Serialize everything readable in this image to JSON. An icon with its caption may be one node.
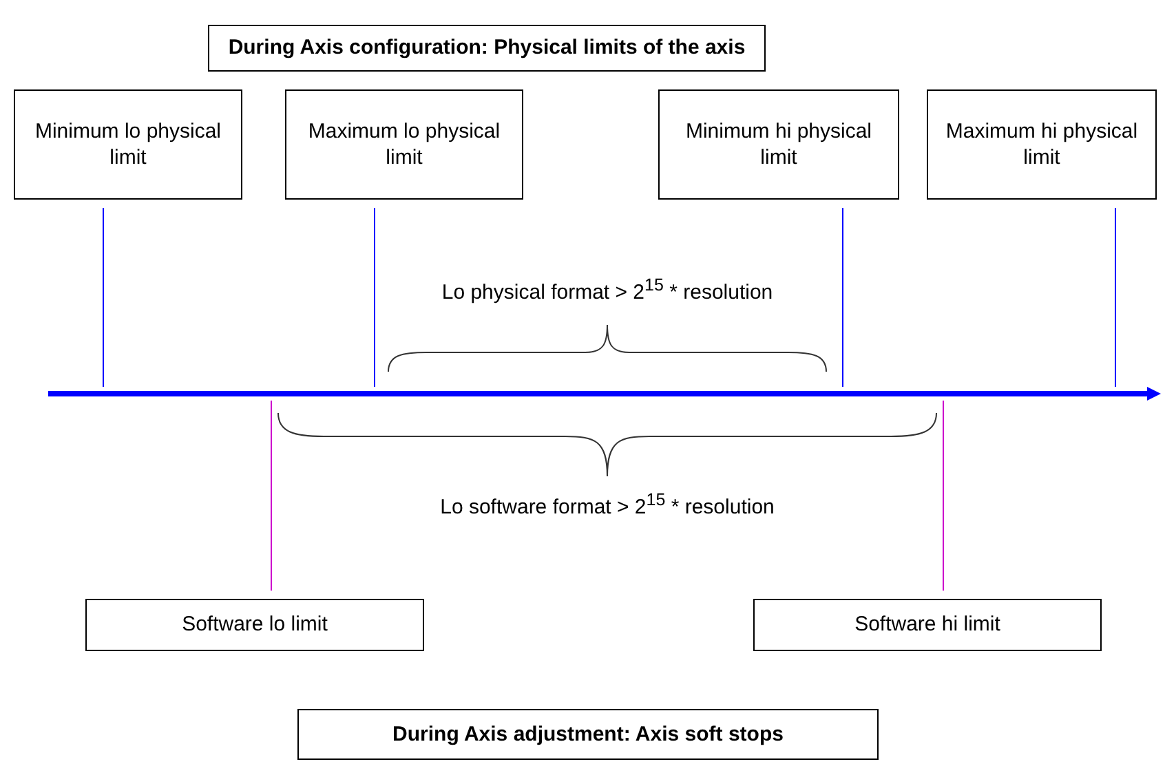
{
  "diagram": {
    "nodes": [
      {
        "text": [
          "During Axis configuration: Physical limits of the axis"
        ]
      },
      {
        "text": [
          "Minimum lo physical limit"
        ]
      },
      {
        "text": [
          "Maximum lo physical limit"
        ]
      },
      {
        "text": [
          "Minimum hi physical limit"
        ]
      },
      {
        "text": [
          "Maximum hi physical limit"
        ]
      },
      {
        "text": [],
        "shape": "arrow"
      },
      {
        "text": [
          "Software lo limit"
        ]
      },
      {
        "text": [
          "Software hi limit"
        ]
      },
      {
        "text": [
          "During Axis adjustment: Axis soft stops"
        ]
      }
    ],
    "edges": [
      {
        "from": 1,
        "to": 5,
        "arrow": "none"
      },
      {
        "from": 2,
        "to": 5,
        "arrow": "none"
      },
      {
        "from": 3,
        "to": 5,
        "arrow": "none"
      },
      {
        "from": 4,
        "to": 5,
        "arrow": "none"
      },
      {
        "from": 6,
        "to": 5,
        "arrow": "none",
        "color": "#cc00cc"
      },
      {
        "from": 7,
        "to": 5,
        "arrow": "none",
        "color": "#cc00cc"
      }
    ],
    "labels": [
      "Lo physical format > 2$^{15}$ * resolution",
      "Lo software format > 2$^{15}$ * resolution"
    ]
  }
}
